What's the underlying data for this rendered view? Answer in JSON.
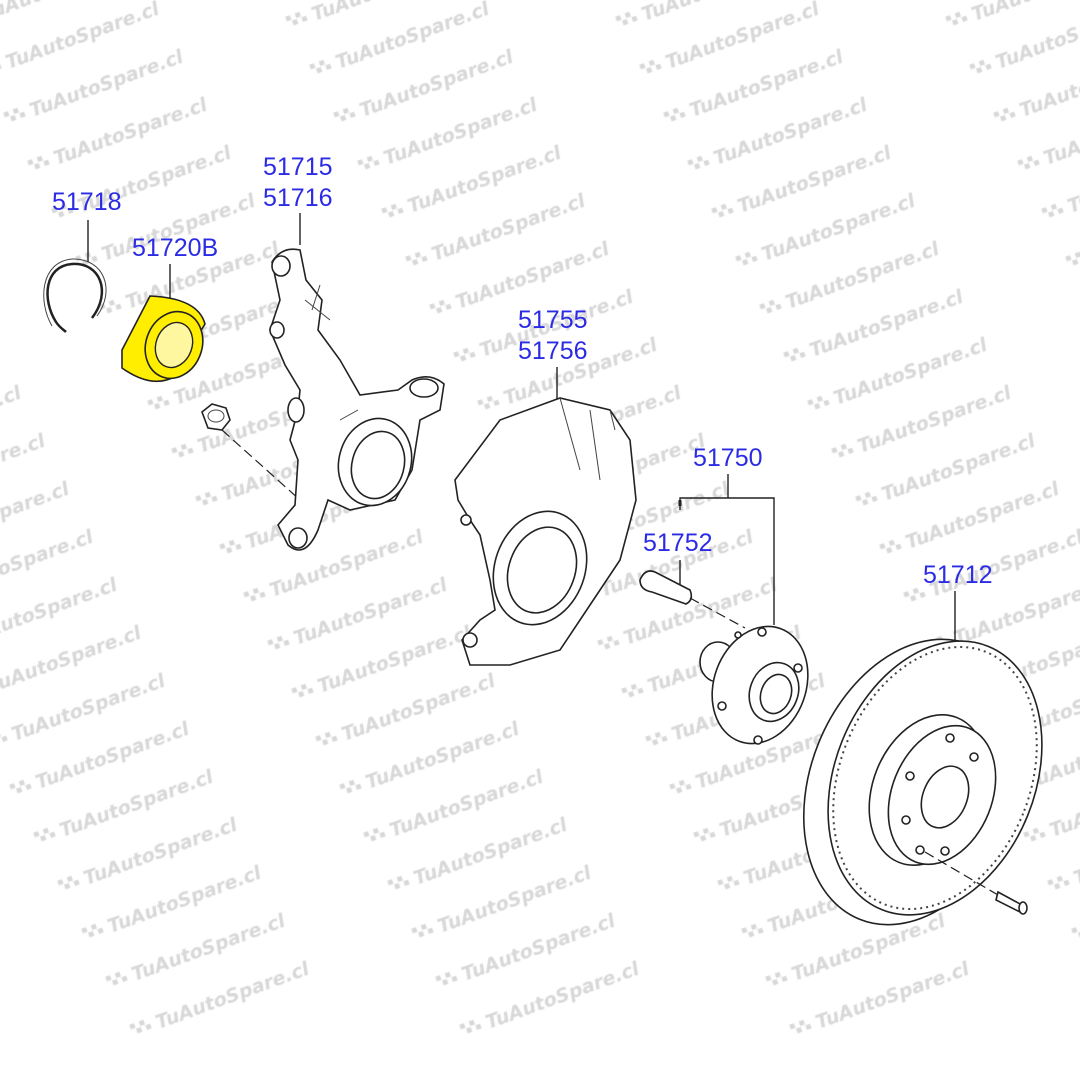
{
  "watermark": {
    "text": "TuAutoSpare.cl"
  },
  "colors": {
    "label": "#2b2be6",
    "highlight": "#ffee00"
  },
  "labels": {
    "snap_ring": "51718",
    "bearing": "51720B",
    "knuckle_1": "51715",
    "knuckle_2": "51716",
    "dust_cover_1": "51755",
    "dust_cover_2": "51756",
    "hub_assy": "51750",
    "hub_bolt": "51752",
    "brake_disc": "51712"
  }
}
